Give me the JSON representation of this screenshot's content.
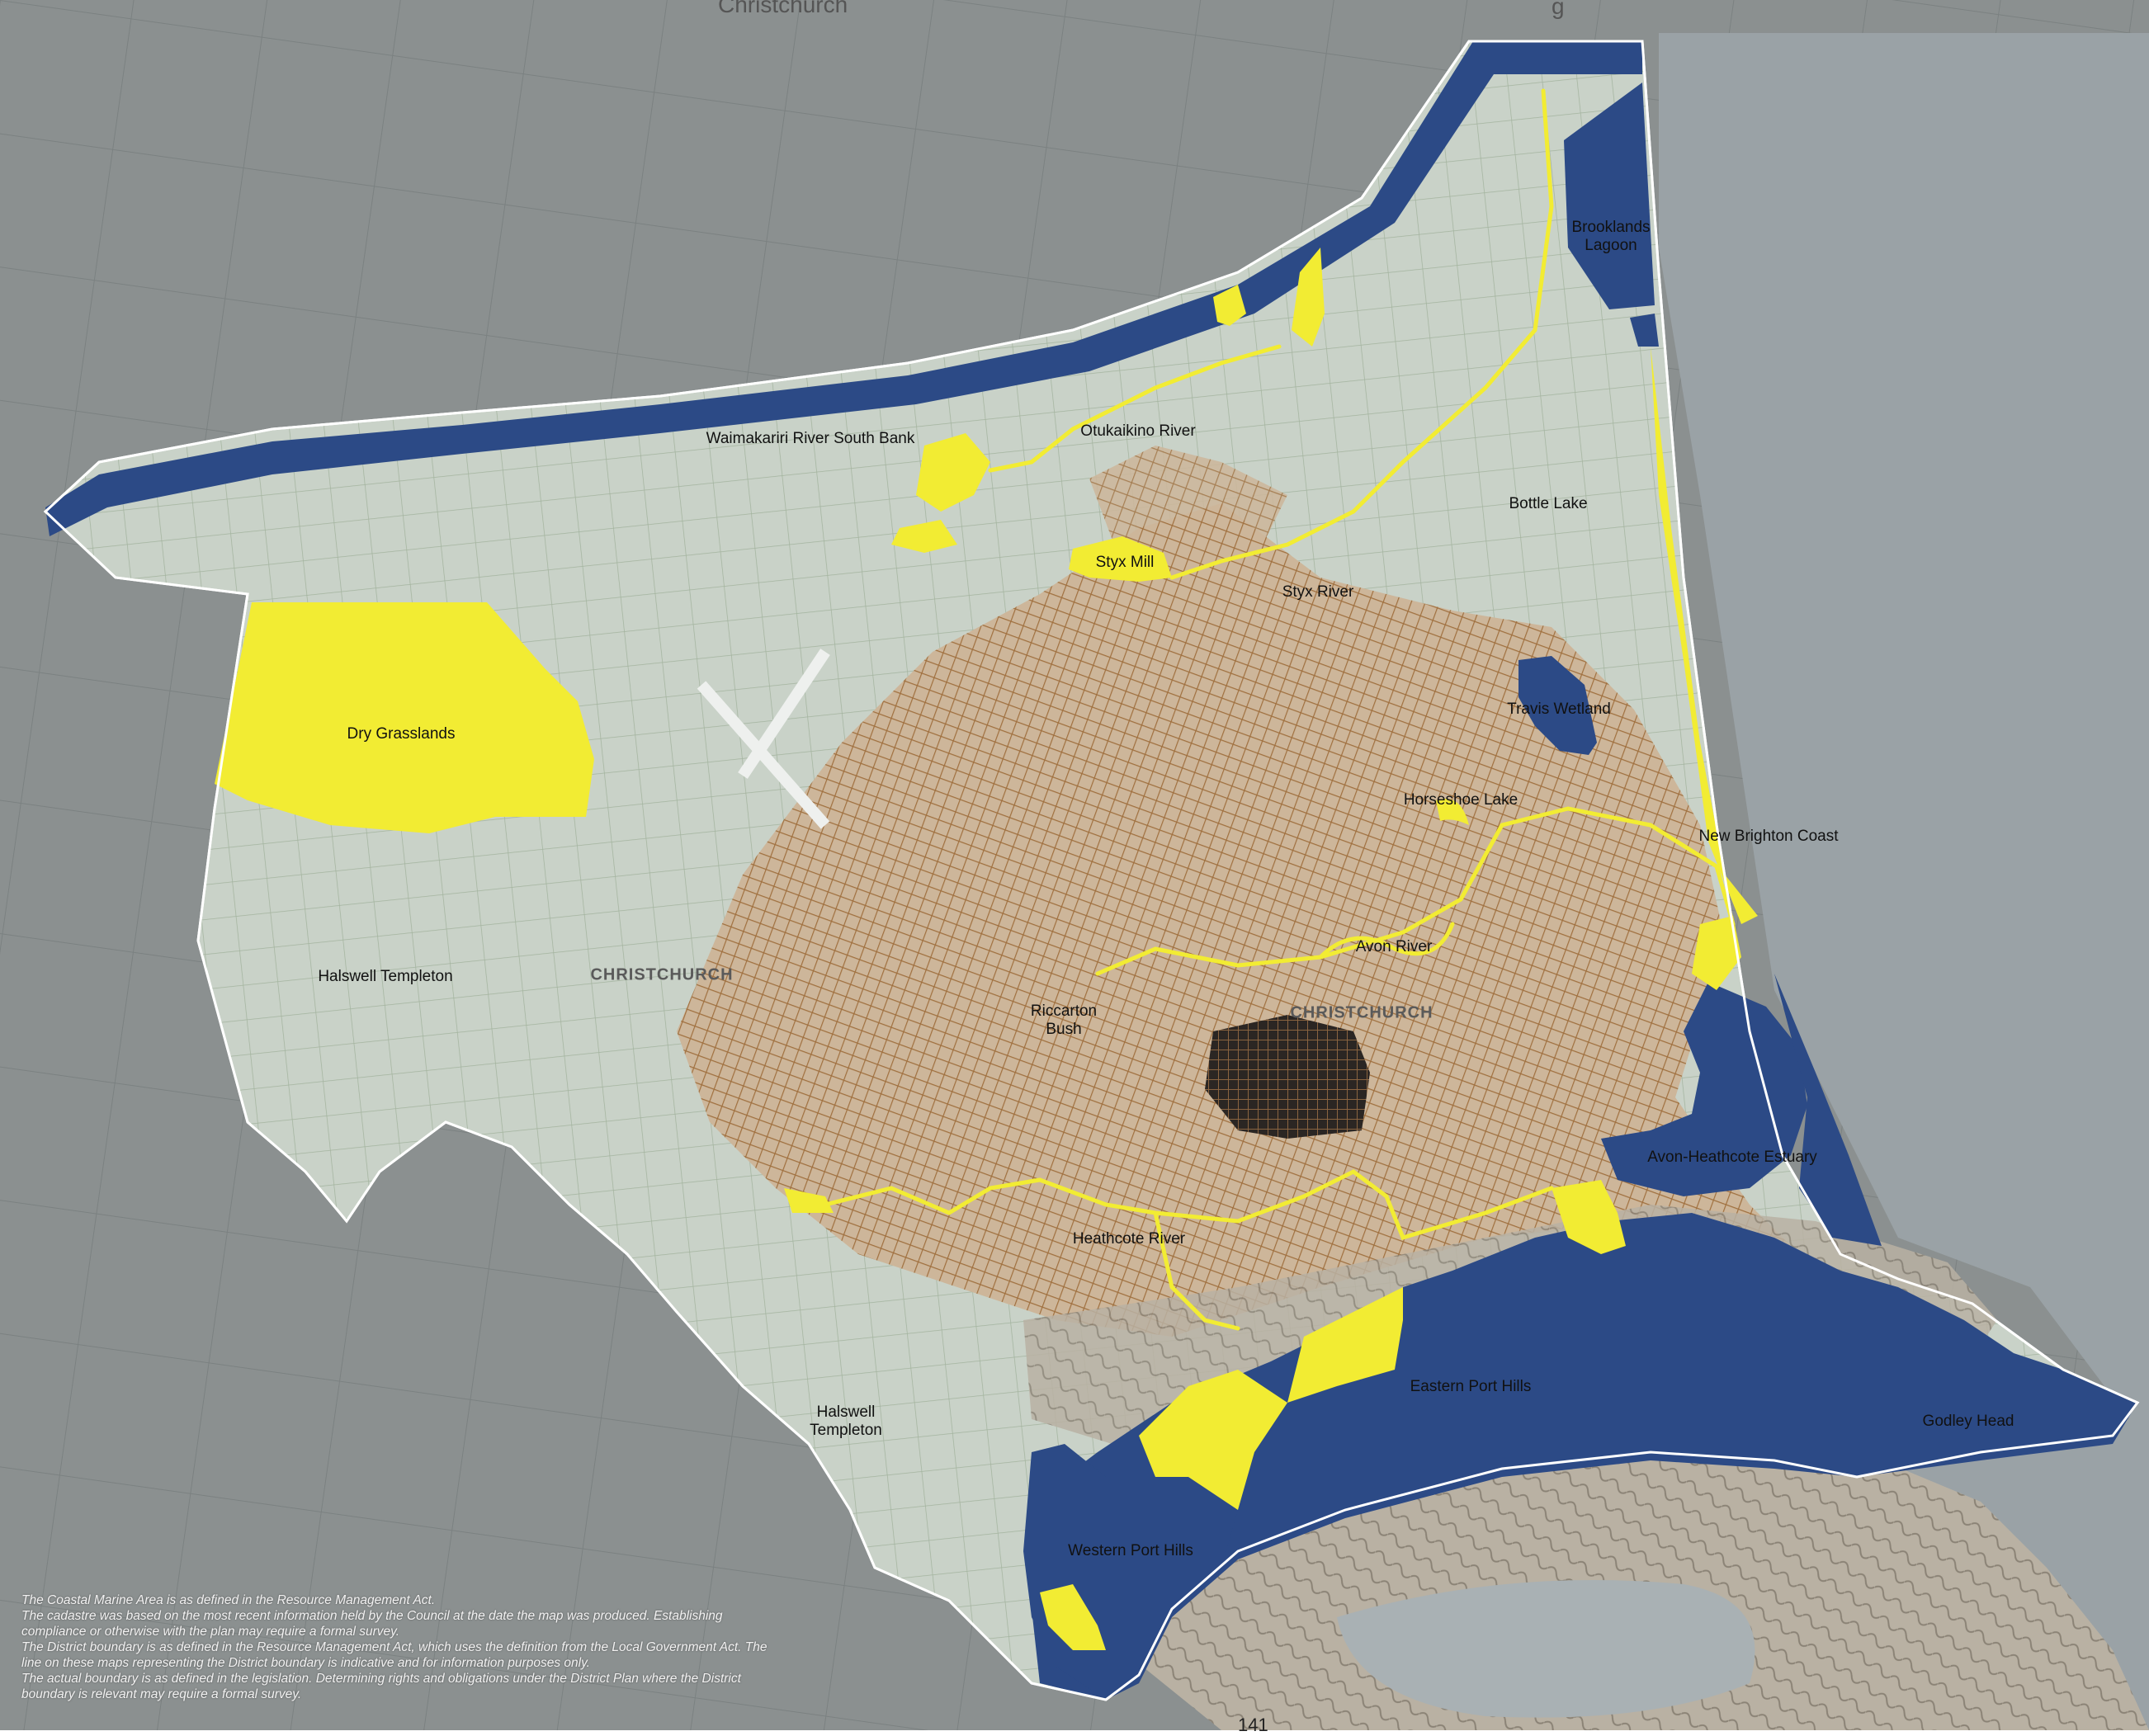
{
  "header": {
    "title_fragment": "Christchurch",
    "right_fragment": "g"
  },
  "colors": {
    "background_gray": "#8b9090",
    "district_base": "#c9d2c8",
    "urban_brown": "#a37b52",
    "blue_zone": "#2c4a86",
    "yellow_zone": "#f2ec33",
    "boundary": "#ffffff"
  },
  "labels": {
    "brooklands": "Brooklands\nLagoon",
    "waimakariri": "Waimakariri River South Bank",
    "otukaikino": "Otukaikino River",
    "bottle_lake": "Bottle Lake",
    "styx_mill": "Styx Mill",
    "styx_river": "Styx River",
    "travis": "Travis Wetland",
    "dry_grasslands": "Dry Grasslands",
    "horseshoe": "Horseshoe Lake",
    "new_brighton": "New Brighton Coast",
    "avon_river": "Avon River",
    "halswell_1": "Halswell Templeton",
    "riccarton": "Riccarton\nBush",
    "estuary": "Avon-Heathcote Estuary",
    "heathcote": "Heathcote River",
    "eastern_port_hills": "Eastern Port Hills",
    "godley_head": "Godley Head",
    "halswell_2": "Halswell\nTempleton",
    "western_port_hills": "Western Port Hills"
  },
  "town_labels": {
    "christchurch_west": "CHRISTCHURCH",
    "christchurch_central": "CHRISTCHURCH"
  },
  "disclaimer": [
    "The Coastal Marine Area is as defined in the Resource Management Act.",
    "The cadastre was based on the most recent information held by the Council at the date the map was produced. Establishing",
    "compliance or otherwise with the plan may require a formal survey.",
    "The District boundary is as defined in the Resource Management Act, which uses the definition from the Local Government Act. The",
    "line on these maps representing the District boundary is indicative and for information purposes only.",
    "The actual boundary is as defined in the legislation. Determining rights and obligations under the District Plan where the District",
    "boundary is relevant may require a formal survey."
  ],
  "page_number": "141"
}
